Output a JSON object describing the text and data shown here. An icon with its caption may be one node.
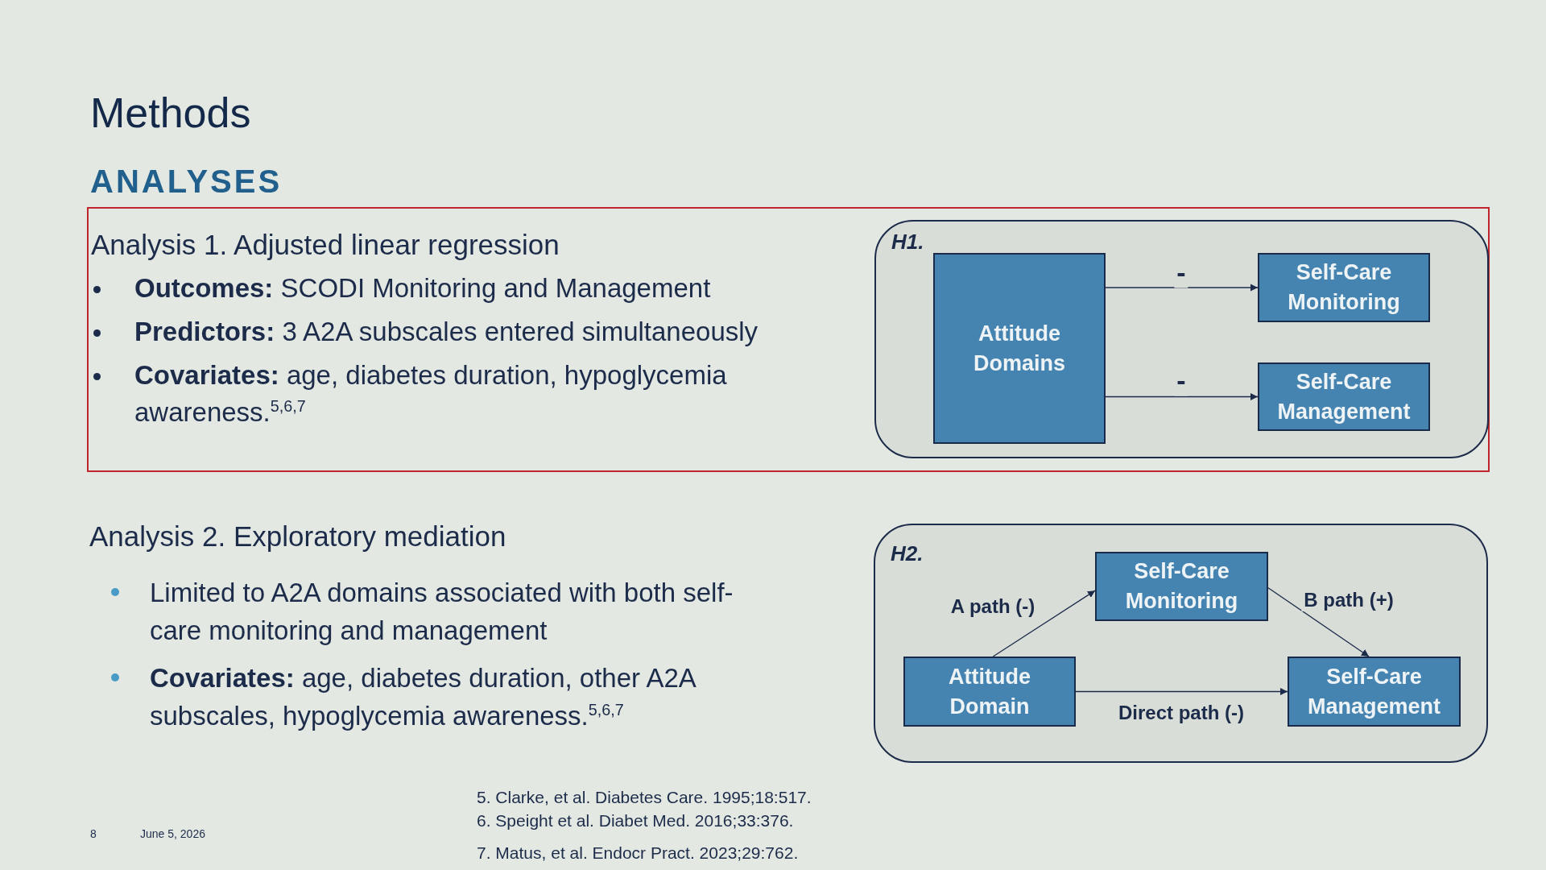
{
  "diagram": {
    "title": "Methods",
    "nodes": [
      {
        "text": [
          "Analysis 1. Adjusted linear regression",
          "**Outcomes:** SCODI Monitoring and Management",
          "**Predictors:** 3 A2A subscales entered simultaneously",
          "**Covariates:** age, diabetes duration, hypoglycemia awareness.$^{5,6,7}$"
        ]
      },
      {
        "text": [
          "H1."
        ],
        "in": 0
      },
      {
        "text": [
          "Attitude Domains"
        ],
        "in": 1
      },
      {
        "text": [
          "Self-Care Monitoring"
        ],
        "in": 1
      },
      {
        "text": [
          "Self-Care Management"
        ],
        "in": 1
      },
      {
        "text": [
          "H2."
        ]
      },
      {
        "text": [
          "Self-Care Monitoring"
        ],
        "in": 5
      },
      {
        "text": [
          "Attitude Domain"
        ],
        "in": 5
      },
      {
        "text": [
          "Self-Care Management"
        ],
        "in": 5
      }
    ],
    "edges": [
      {
        "from": 2,
        "to": 3,
        "arrow": "to",
        "label": "-"
      },
      {
        "from": 2,
        "to": 4,
        "arrow": "to",
        "label": "-"
      },
      {
        "from": 7,
        "to": 6,
        "arrow": "to",
        "label": "A path (-)"
      },
      {
        "from": 6,
        "to": 8,
        "arrow": "to",
        "label": "B path (+)"
      },
      {
        "from": 7,
        "to": 8,
        "arrow": "to",
        "label": "Direct path (-)"
      }
    ],
    "labels": [
      "ANALYSES",
      "Analysis 2. Exploratory mediation",
      "Limited to A2A domains associated with both self-care monitoring and management",
      "**Covariates:** age, diabetes duration, other A2A subscales, hypoglycemia awareness.$^{5,6,7}$",
      "5. Clarke, et al. Diabetes Care. 1995;18:517.",
      "6. Speight et al. Diabet Med. 2016;33:376.",
      "8",
      "June 5, 2026",
      "7. Matus, et al. Endocr Pract. 2023;29:762."
    ]
  }
}
